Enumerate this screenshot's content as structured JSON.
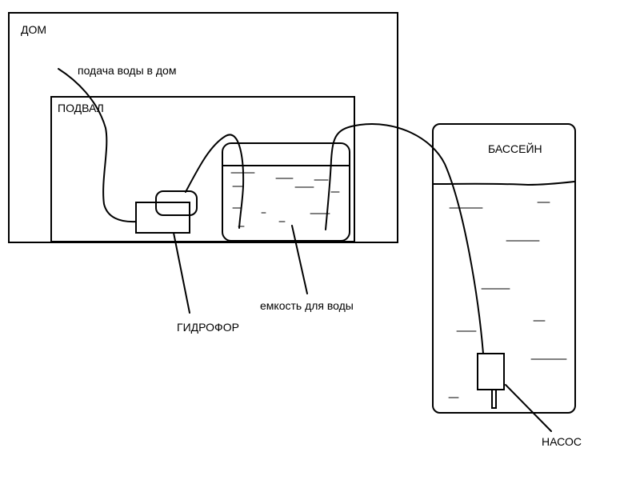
{
  "labels": {
    "house": "ДОМ",
    "basement": "ПОДВАЛ",
    "supply": "подача воды в дом",
    "pool": "БАССЕЙН",
    "tank": "емкость для воды",
    "hydrophore": "ГИДРОФОР",
    "pump": "НАСОС"
  }
}
